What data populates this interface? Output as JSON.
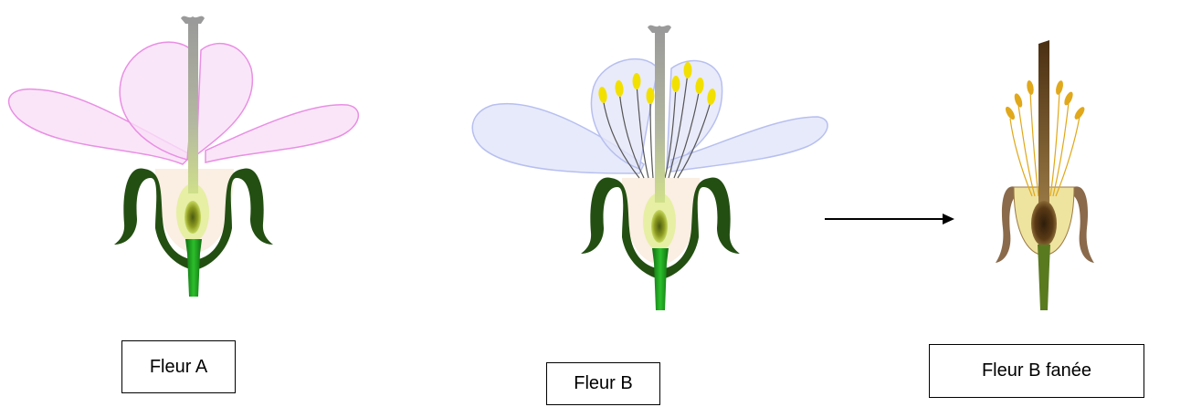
{
  "labels": {
    "flower_a": "Fleur A",
    "flower_b": "Fleur B",
    "flower_b_wilted": "Fleur B fanée"
  },
  "colors": {
    "petal_a": "#f7d6f5",
    "petal_a_stroke": "#e98fe4",
    "petal_b": "#dfe3f8",
    "petal_b_stroke": "#b7bff0",
    "sepal": "#1f4a10",
    "stem": "#1a9a1a",
    "receptacle": "#fbeee2",
    "ovary_glow": "#e6efa4",
    "style": "#9a9a9a",
    "anther": "#f2e000",
    "wilted_style": "#6b4a26",
    "wilted_anther": "#e0a81a"
  }
}
